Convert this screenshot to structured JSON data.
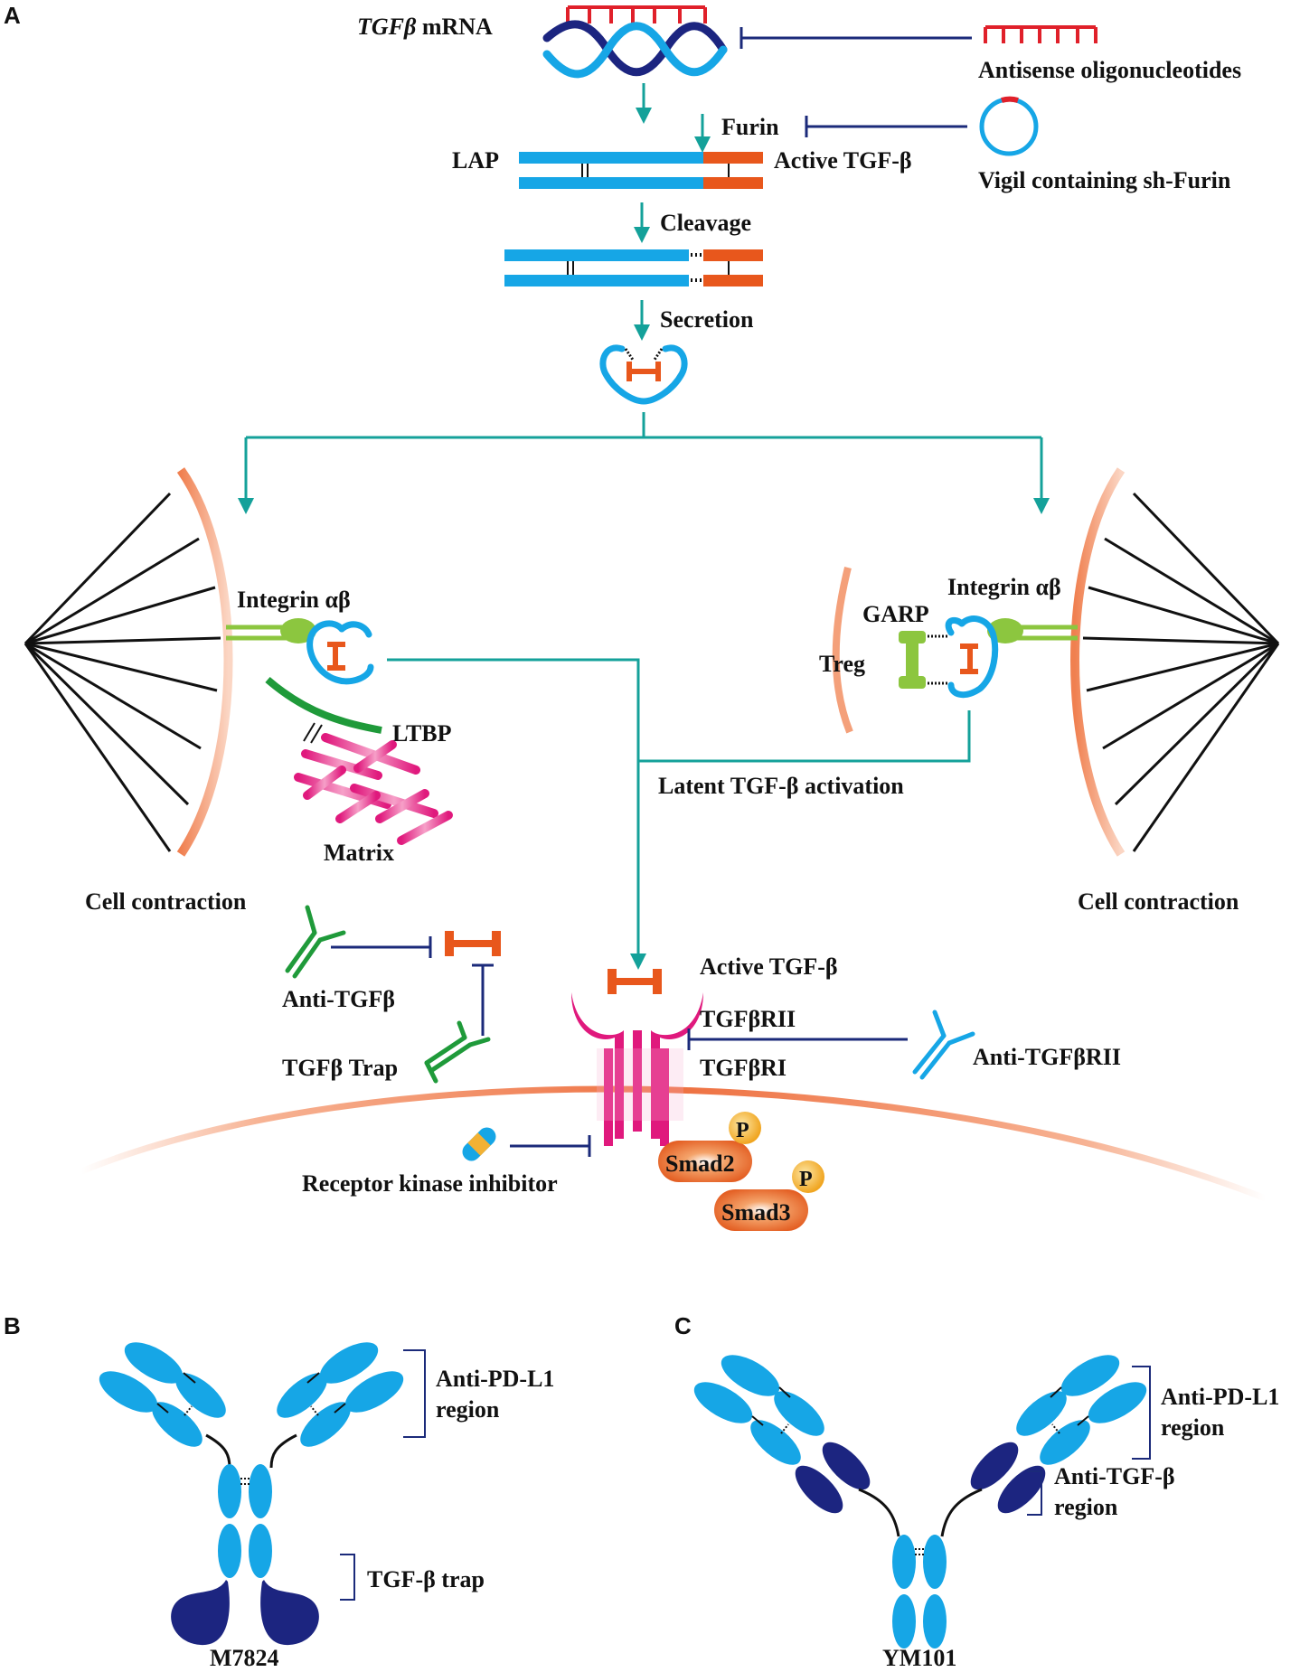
{
  "colors": {
    "teal": "#14a19a",
    "navy": "#1b2a7a",
    "blue": "#16a6e6",
    "orange": "#e8571c",
    "red": "#e0202a",
    "lime": "#8cc63f",
    "green": "#1f9a3a",
    "magenta": "#e0197d",
    "gold": "#f2b134",
    "dark_navy": "#1c2580",
    "membrane": "#f08050"
  },
  "panels": {
    "a": "A",
    "b": "B",
    "c": "C"
  },
  "labels": {
    "tgfb_mrna_gene": "TGFβ",
    "tgfb_mrna_suffix": " mRNA",
    "antisense": "Antisense oligonucleotides",
    "furin": "Furin",
    "vigil": "Vigil containing sh-Furin",
    "lap": "LAP",
    "active_tgfb_top": "Active TGF-β",
    "cleavage": "Cleavage",
    "secretion": "Secretion",
    "integrin_left": "Integrin αβ",
    "integrin_right": "Integrin αβ",
    "garp": "GARP",
    "treg": "Treg",
    "ltbp": "LTBP",
    "matrix": "Matrix",
    "latent_activation": "Latent TGF-β activation",
    "cell_contraction_left": "Cell contraction",
    "cell_contraction_right": "Cell contraction",
    "anti_tgfb": "Anti-TGFβ",
    "tgfb_trap": "TGFβ Trap",
    "active_tgfb_receptor": "Active TGF-β",
    "tgfbrii": "TGFβRII",
    "tgfbri": "TGFβRI",
    "anti_tgfbrii": "Anti-TGFβRII",
    "receptor_kinase_inhibitor": "Receptor kinase inhibitor",
    "smad2": "Smad2",
    "smad3": "Smad3",
    "phospho": "P"
  },
  "panel_b": {
    "anti_pdl1": [
      "Anti-PD-L1",
      "region"
    ],
    "trap": "TGF-β trap",
    "name": "M7824"
  },
  "panel_c": {
    "anti_pdl1": [
      "Anti-PD-L1",
      "region"
    ],
    "anti_tgfb": [
      "Anti-TGF-β",
      "region"
    ],
    "name": "YM101"
  }
}
